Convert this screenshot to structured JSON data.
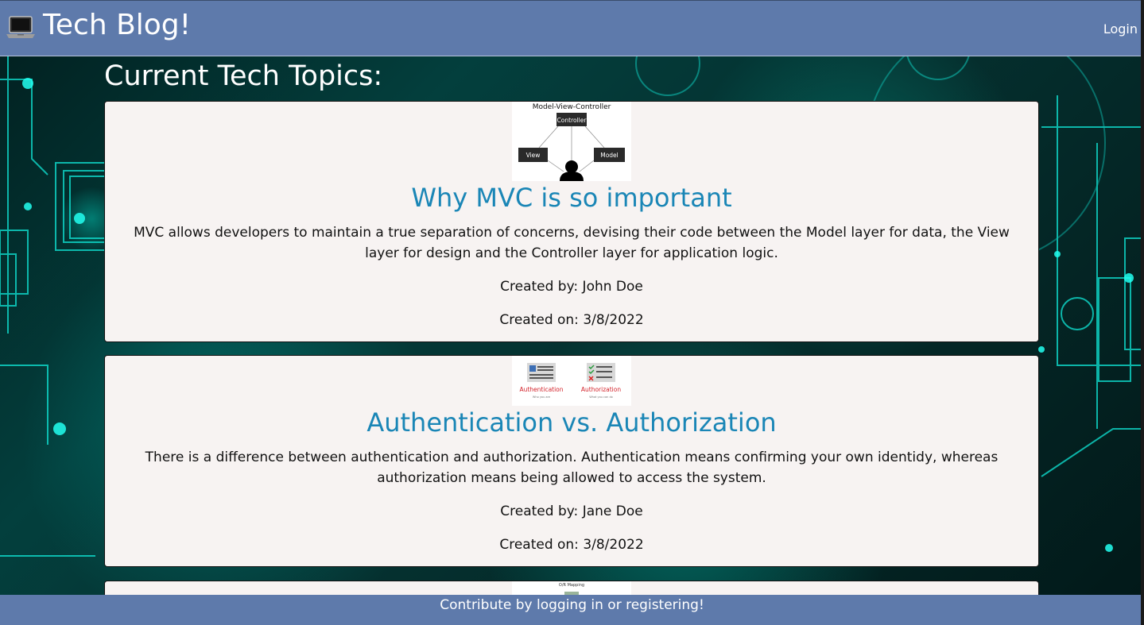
{
  "header": {
    "brand": "Tech Blog!",
    "login_label": "Login"
  },
  "main": {
    "section_title": "Current Tech Topics:",
    "posts": [
      {
        "image_caption": "Model-View-Controller",
        "image_labels": [
          "Controller",
          "View",
          "Model"
        ],
        "title": "Why MVC is so important",
        "body": "MVC allows developers to maintain a true separation of concerns, devising their code between the Model layer for data, the View layer for design and the Controller layer for application logic.",
        "created_by": "Created by: John Doe",
        "created_on": "Created on: 3/8/2022"
      },
      {
        "image_labels": [
          "Authentication",
          "Authorization"
        ],
        "image_sublabels": [
          "Who you are",
          "What you can do"
        ],
        "title": "Authentication vs. Authorization",
        "body": "There is a difference between authentication and authorization. Authentication means confirming your own identidy, whereas authorization means being allowed to access the system.",
        "created_by": "Created by: Jane Doe",
        "created_on": "Created on: 3/8/2022"
      },
      {
        "image_caption": "O/R Mapping"
      }
    ]
  },
  "footer": {
    "text": "Contribute by logging in or registering!"
  },
  "colors": {
    "nav_background": "#5e7aab",
    "card_background": "#f7f3f2",
    "title_color": "#1a86b6"
  },
  "icons": {
    "brand_icon": "laptop-icon"
  }
}
